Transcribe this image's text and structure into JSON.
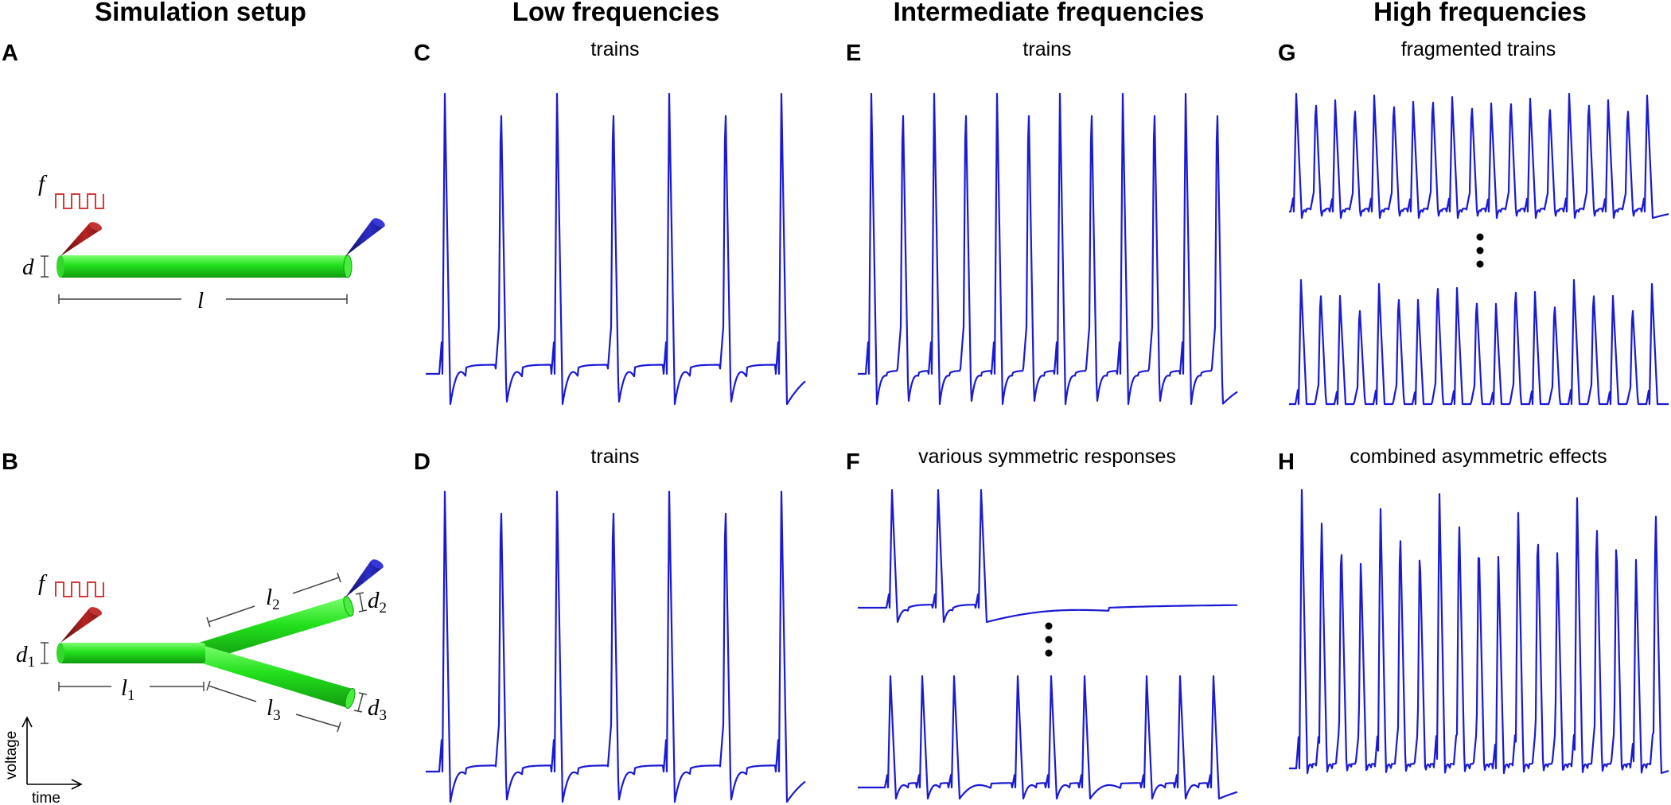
{
  "columns": {
    "setup": "Simulation setup",
    "low": "Low frequencies",
    "intermediate": "Intermediate frequencies",
    "high": "High frequencies"
  },
  "panels": {
    "A": {
      "letter": "A"
    },
    "B": {
      "letter": "B"
    },
    "C": {
      "letter": "C",
      "subtitle": "trains"
    },
    "D": {
      "letter": "D",
      "subtitle": "trains"
    },
    "E": {
      "letter": "E",
      "subtitle": "trains"
    },
    "F": {
      "letter": "F",
      "subtitle": "various symmetric responses"
    },
    "G": {
      "letter": "G",
      "subtitle": "fragmented trains"
    },
    "H": {
      "letter": "H",
      "subtitle": "combined asymmetric effects"
    }
  },
  "labels": {
    "f": "f",
    "d": "d",
    "l": "l",
    "d1_base": "d",
    "d1_sub": "1",
    "d2_base": "d",
    "d2_sub": "2",
    "d3_base": "d",
    "d3_sub": "3",
    "l1_base": "l",
    "l1_sub": "1",
    "l2_base": "l",
    "l2_sub": "2",
    "l3_base": "l",
    "l3_sub": "3"
  },
  "axes": {
    "voltage": "voltage",
    "time": "time"
  },
  "colors": {
    "trace": "#1a1ad4",
    "cable": "#22e01c",
    "stim_electrode": "#9e1f1f",
    "rec_electrode": "#2323b8",
    "pulse": "#d43a3a"
  }
}
